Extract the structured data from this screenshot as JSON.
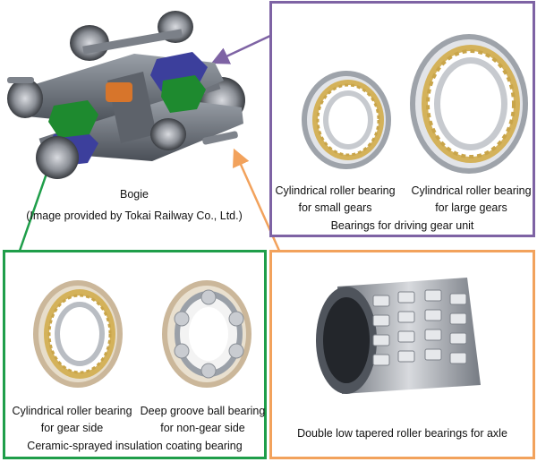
{
  "bogie": {
    "label": "Bogie",
    "credit": "(Image provided by Tokai Railway Co., Ltd.)"
  },
  "driving_gear_unit": {
    "title": "Bearings for driving gear unit",
    "small_gear_line1": "Cylindrical roller bearing",
    "small_gear_line2": "for small gears",
    "large_gear_line1": "Cylindrical roller bearing",
    "large_gear_line2": "for large gears"
  },
  "insulation": {
    "title": "Ceramic-sprayed insulation coating bearing",
    "gear_side_line1": "Cylindrical roller bearing",
    "gear_side_line2": "for gear side",
    "non_gear_line1": "Deep groove ball bearing",
    "non_gear_line2": "for non-gear side"
  },
  "axle": {
    "title": "Double low tapered roller bearings for axle"
  },
  "colors": {
    "purple": "#7e63a4",
    "green": "#1f9e4a",
    "orange": "#f2a25c",
    "gold": "#d4b25a"
  }
}
